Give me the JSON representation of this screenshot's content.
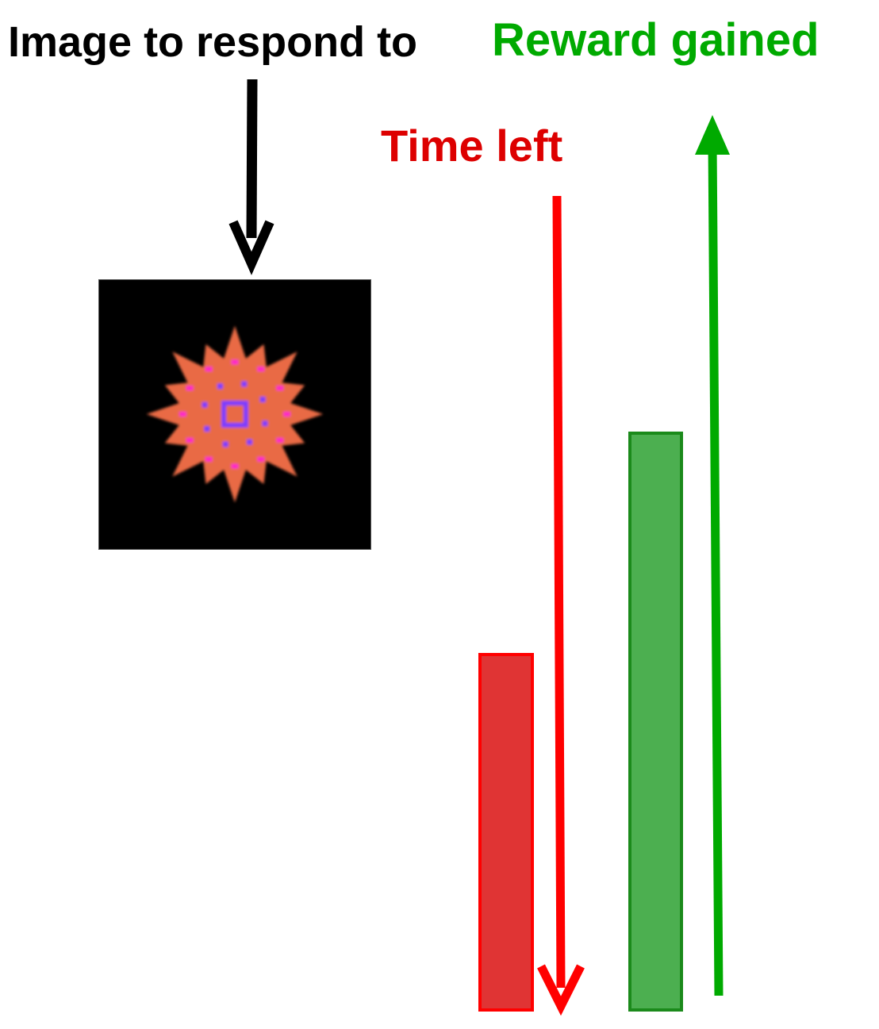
{
  "labels": {
    "image_to_respond": "Image to respond to",
    "reward_gained": "Reward gained",
    "time_left": "Time left"
  },
  "colors": {
    "text_black": "#000000",
    "reward_green": "#00aa00",
    "time_red": "#dd0000",
    "time_bar_fill": "#e03434",
    "time_bar_stroke": "#ff0000",
    "reward_bar_fill": "#4caf50",
    "reward_bar_stroke": "#1b8a1b",
    "stimulus_background": "#000000",
    "stimulus_shape": "#e96a45",
    "stimulus_dots": "#ff22cc",
    "stimulus_center": "#7a3cff"
  },
  "icons": {
    "pointer_arrow": "arrow-down-icon",
    "time_arrow": "arrow-down-icon",
    "reward_arrow": "arrow-up-icon",
    "stimulus": "star-burst-icon"
  },
  "bars": {
    "time_left_fraction": 0.64,
    "reward_gained_fraction": 0.97
  }
}
